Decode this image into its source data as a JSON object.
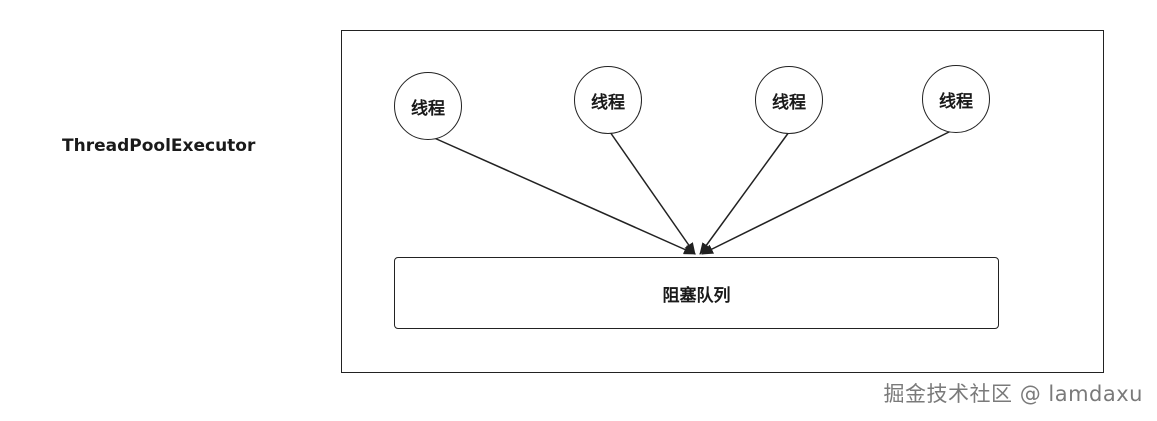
{
  "diagram": {
    "title": "ThreadPoolExecutor",
    "threads": [
      {
        "label": "线程"
      },
      {
        "label": "线程"
      },
      {
        "label": "线程"
      },
      {
        "label": "线程"
      }
    ],
    "queue": {
      "label": "阻塞队列"
    }
  },
  "watermark": {
    "text": "掘金技术社区 @ lamdaxu"
  },
  "colors": {
    "stroke": "#222222",
    "text": "#1a1a1a",
    "watermark": "#7a7a7a"
  }
}
